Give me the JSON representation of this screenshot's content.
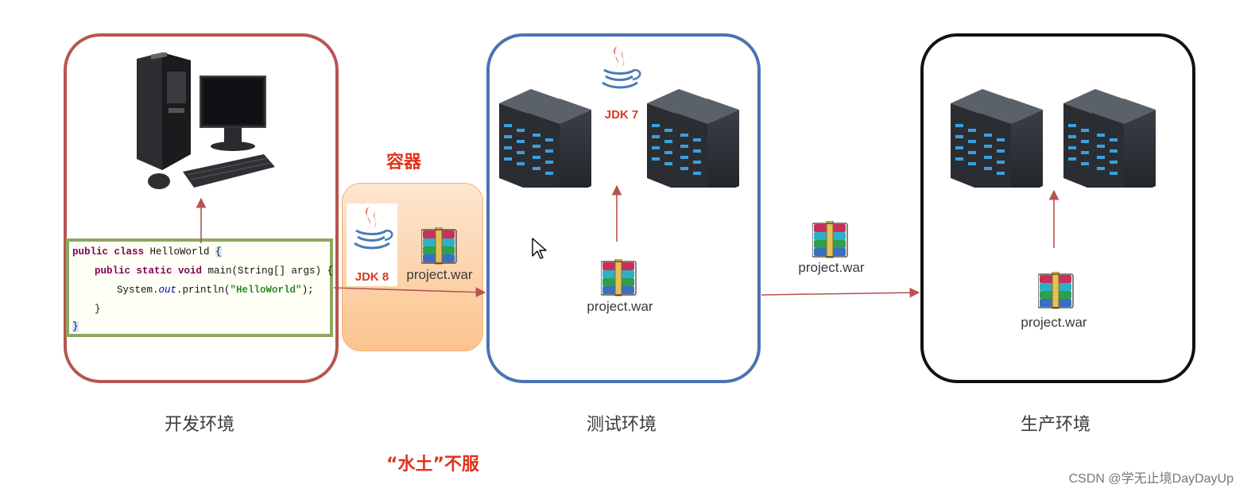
{
  "environments": {
    "dev_label": "开发环境",
    "test_label": "测试环境",
    "prod_label": "生产环境"
  },
  "container": {
    "label": "容器",
    "jdk_label": "JDK 8",
    "war_label": "project.war"
  },
  "test_env": {
    "jdk_label": "JDK 7",
    "war_label": "project.war"
  },
  "transfer": {
    "war_label": "project.war"
  },
  "prod_env": {
    "war_label": "project.war"
  },
  "code": {
    "line1_kw": "public class",
    "line1_rest": " HelloWorld ",
    "line1_brace": "{",
    "line2_kw": "public static void",
    "line2_rest": " main(String[] args) {",
    "line3_a": "System.",
    "line3_field": "out",
    "line3_b": ".println(",
    "line3_str": "\"HelloWorld\"",
    "line3_c": ");",
    "line4": "}",
    "line5": "}"
  },
  "caption": "“水土”不服",
  "watermark": "CSDN @学无止境DayDayUp",
  "colors": {
    "dev_border": "#b85450",
    "test_border": "#4a74b0",
    "prod_border": "#111111",
    "arrow": "#b85450",
    "accent_red": "#e0331b"
  }
}
